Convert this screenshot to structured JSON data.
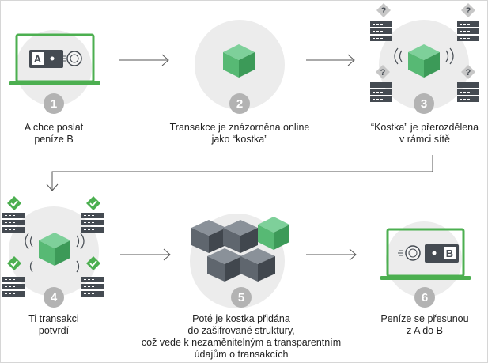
{
  "steps": [
    {
      "number": "1",
      "caption_l1": "A chce poslat",
      "caption_l2": "peníze B"
    },
    {
      "number": "2",
      "caption_l1": "Transakce je znázorněna online",
      "caption_l2": "jako “kostka”"
    },
    {
      "number": "3",
      "caption_l1": "“Kostka” je přerozdělena",
      "caption_l2": "v rámci sítě"
    },
    {
      "number": "4",
      "caption_l1": "Ti transakci",
      "caption_l2": "potvrdí"
    },
    {
      "number": "5",
      "caption_l1": "Poté je kostka přidána",
      "caption_l2": "do zašifrované struktury,",
      "caption_l3": "což vede k nezaměnitelným a transparentním",
      "caption_l4": "údajům o transakcích"
    },
    {
      "number": "6",
      "caption_l1": "Peníze se přesunou",
      "caption_l2": "z A do B"
    }
  ],
  "wallet_sender": "A",
  "wallet_receiver": "B",
  "unknown_mark": "?",
  "colors": {
    "green": "#4caf50",
    "green_dark": "#2e8b3e",
    "cube_top": "#7ed09a",
    "cube_left": "#57b974",
    "cube_right": "#3c9a58",
    "gray_cube_top": "#8a9199",
    "gray_cube_left": "#5f666e",
    "gray_cube_right": "#41474e",
    "circle": "#ececec",
    "badge": "#b3b3b3",
    "server": "#454b52",
    "text": "#222222"
  }
}
